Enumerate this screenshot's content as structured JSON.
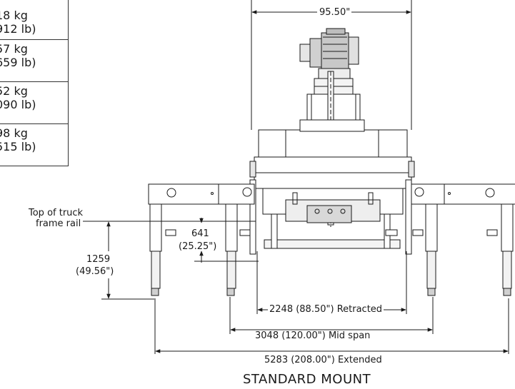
{
  "weights_table": {
    "rows": [
      {
        "kg": "18 kg",
        "lb": "912 lb)"
      },
      {
        "kg": "57 kg",
        "lb": "659 lb)"
      },
      {
        "kg": "52 kg",
        "lb": "090 lb)"
      },
      {
        "kg": "98 kg",
        "lb": "515 lb)"
      }
    ]
  },
  "dimensions": {
    "top_width": "95.50\"",
    "top_of_truck_line1": "Top of truck",
    "top_of_truck_line2": "frame rail",
    "rail_height_mm": "641",
    "rail_height_in": "(25.25\")",
    "leg_height_mm": "1259",
    "leg_height_in": "(49.56\")",
    "retracted": "2248 (88.50\") Retracted",
    "mid_span": "3048 (120.00\") Mid span",
    "extended": "5283 (208.00\") Extended"
  },
  "title": "STANDARD MOUNT",
  "colors": {
    "line": "#1a1a1a",
    "fill_light": "#f2f2f2",
    "fill_mid": "#d9d9d9"
  }
}
